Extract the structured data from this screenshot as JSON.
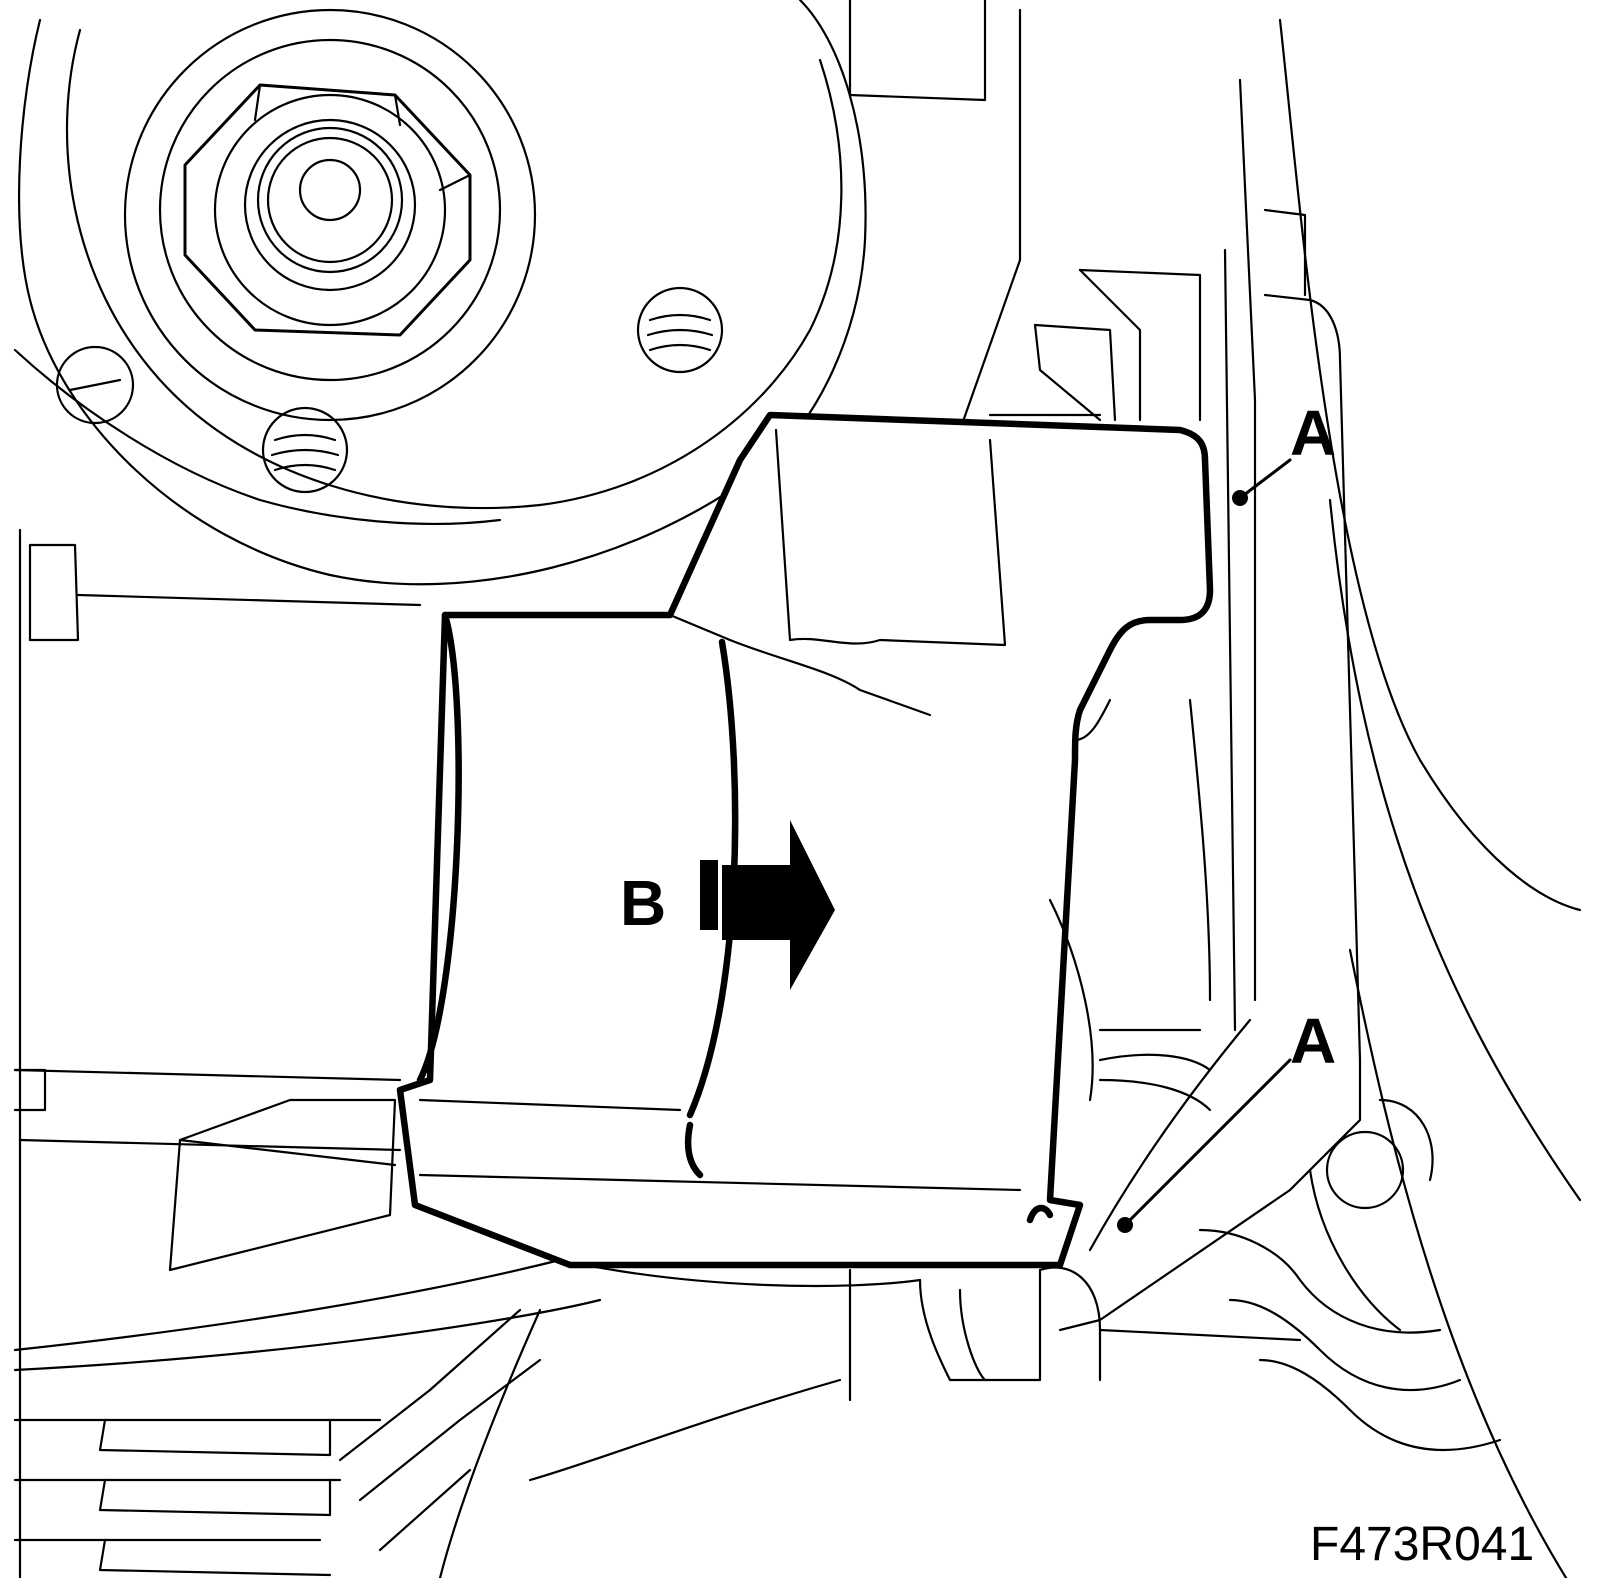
{
  "figure": {
    "code": "F473R041"
  },
  "callouts": {
    "a_upper": "A",
    "a_lower": "A",
    "b": "B"
  }
}
